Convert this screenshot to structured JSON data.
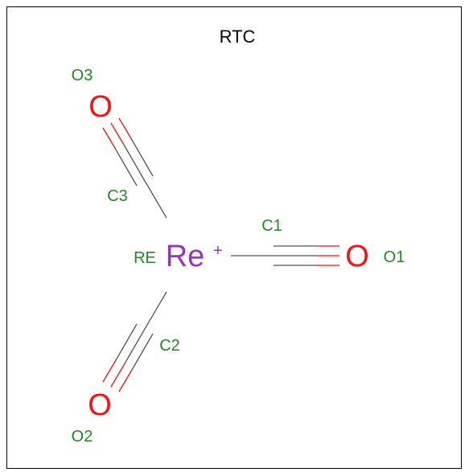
{
  "title": "RTC",
  "atoms": {
    "re": {
      "element": "Re",
      "charge": "+",
      "atom_name": "RE"
    },
    "o1": {
      "element": "O",
      "atom_name": "O1"
    },
    "o2": {
      "element": "O",
      "atom_name": "O2"
    },
    "o3": {
      "element": "O",
      "atom_name": "O3"
    },
    "c1": {
      "atom_name": "C1"
    },
    "c2": {
      "atom_name": "C2"
    },
    "c3": {
      "atom_name": "C3"
    }
  },
  "bonds": [
    {
      "from": "Re",
      "to": "C1",
      "order": 1
    },
    {
      "from": "Re",
      "to": "C2",
      "order": 1
    },
    {
      "from": "Re",
      "to": "C3",
      "order": 1
    },
    {
      "from": "C1",
      "to": "O1",
      "order": 3
    },
    {
      "from": "C2",
      "to": "O2",
      "order": 3
    },
    {
      "from": "C3",
      "to": "O3",
      "order": 3
    }
  ],
  "colors": {
    "rhenium": "#9a2fd0",
    "oxygen": "#ff0d0d",
    "atom_name": "#1f8a1f",
    "bond": "#555555",
    "title": "#000000",
    "frame": "#000000"
  }
}
